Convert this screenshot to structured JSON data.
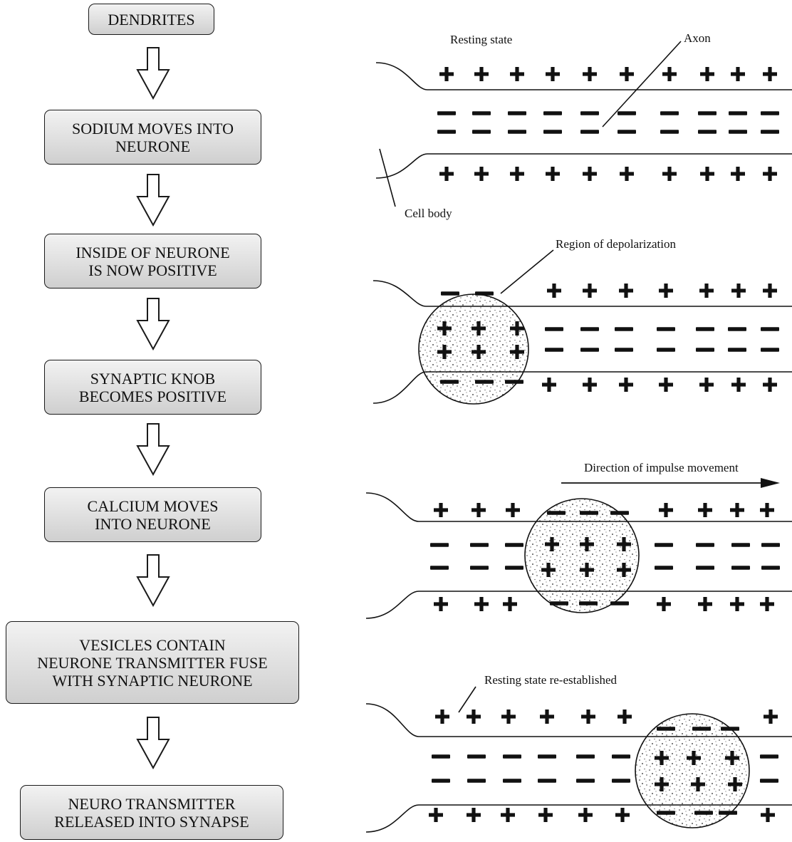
{
  "flowchart": {
    "steps": [
      "DENDRITES",
      "SODIUM MOVES INTO\nNEURONE",
      "INSIDE OF NEURONE\nIS NOW POSITIVE",
      "SYNAPTIC KNOB\nBECOMES POSITIVE",
      "CALCIUM MOVES\nINTO NEURONE",
      "VESICLES CONTAIN\nNEURONE TRANSMITTER FUSE\nWITH SYNAPTIC NEURONE",
      "NEURO TRANSMITTER\nRELEASED INTO SYNAPSE"
    ]
  },
  "panels": {
    "resting": {
      "title": "Resting state",
      "axon_label": "Axon",
      "cell_body_label": "Cell body"
    },
    "depolarization": {
      "label": "Region of depolarization"
    },
    "impulse": {
      "label": "Direction of impulse movement"
    },
    "reestablished": {
      "label": "Resting state re-established"
    }
  },
  "colors": {
    "ink": "#111111",
    "box_top": "#f2f2f2",
    "box_bottom": "#cfcfcf"
  }
}
